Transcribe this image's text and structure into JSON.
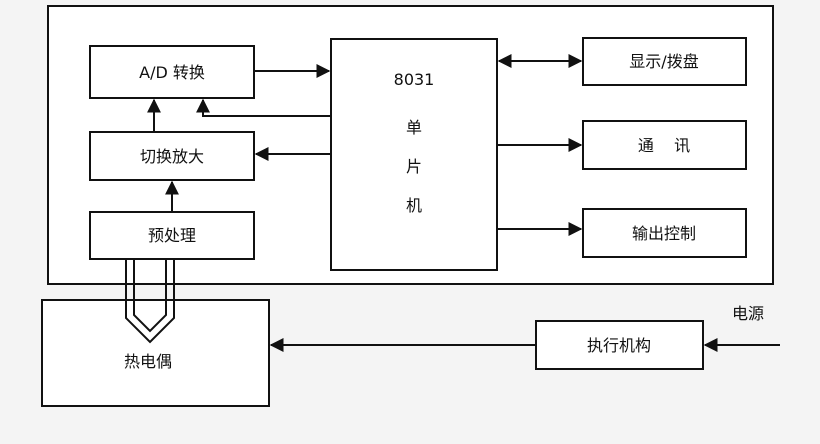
{
  "diagram": {
    "blocks": {
      "ad": "A/D 转换",
      "switch_amp": "切换放大",
      "preprocess": "预处理",
      "mcu_model": "8031",
      "mcu_chars": [
        "单",
        "片",
        "机"
      ],
      "display": "显示/拨盘",
      "comm": "通    讯",
      "output": "输出控制",
      "thermocouple": "热电偶",
      "actuator": "执行机构"
    },
    "labels": {
      "power": "电源"
    }
  }
}
